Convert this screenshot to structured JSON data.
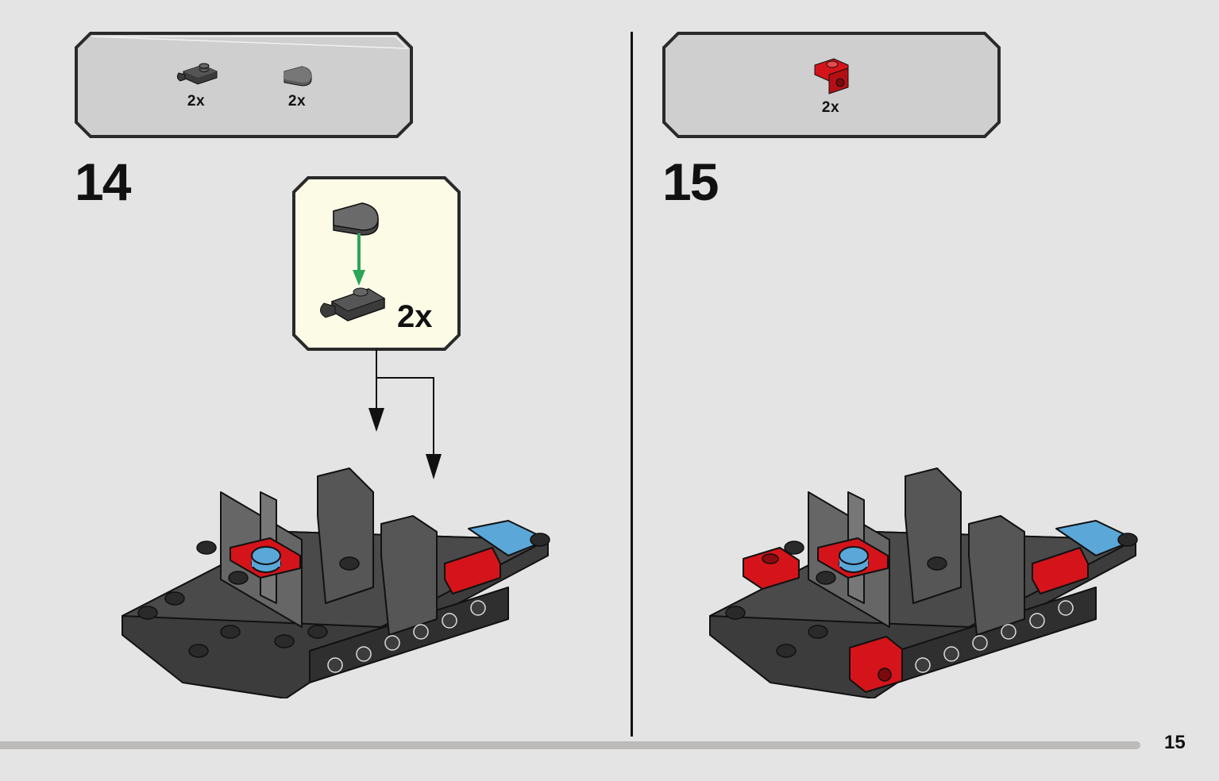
{
  "steps": [
    {
      "number": "14",
      "parts": [
        {
          "icon": "clip-plate-icon",
          "color": "#3b3b3b",
          "quantity": "2x"
        },
        {
          "icon": "round-tile-icon",
          "color": "#5a5a5a",
          "quantity": "2x"
        }
      ],
      "callout": {
        "quantity": "2x"
      }
    },
    {
      "number": "15",
      "parts": [
        {
          "icon": "bracket-red-icon",
          "color": "#d4141a",
          "quantity": "2x"
        }
      ]
    }
  ],
  "page_number": "15",
  "colors": {
    "background": "#e4e4e4",
    "parts_box": "#cfcfcf",
    "callout_bg": "#fbfbe6",
    "arrow_green": "#2fa35a",
    "brick_dark": "#3c3c3c",
    "brick_red": "#d4141a",
    "brick_blue": "#5aa7d8"
  }
}
